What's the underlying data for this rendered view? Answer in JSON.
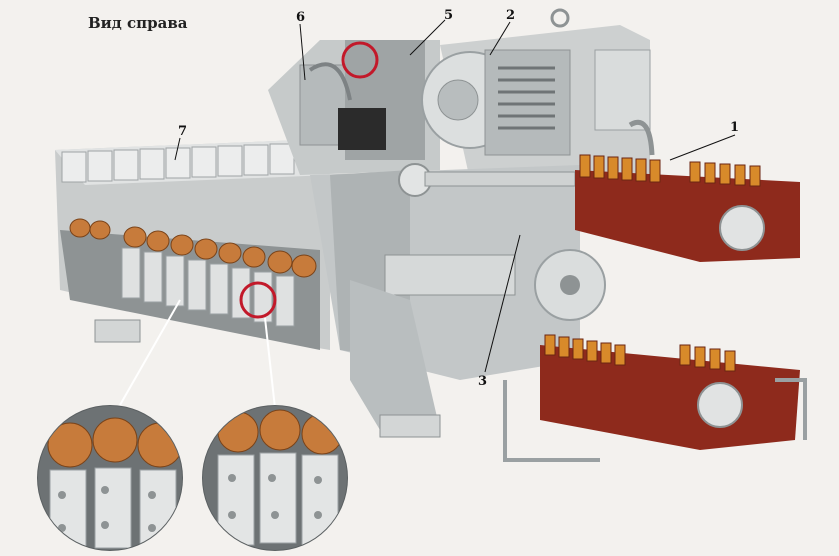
{
  "title": "Вид справа",
  "callouts": [
    "1",
    "2",
    "3",
    "5",
    "6",
    "7"
  ],
  "colors": {
    "background": "#f3f1ee",
    "body": "#cfd2d2",
    "body_dark": "#a8adaf",
    "body_light": "#e3e5e5",
    "red_drum": "#8e2a1c",
    "copper": "#c77b3b",
    "contacts": "#d88a2a",
    "highlight_circle": "#c2192a"
  }
}
